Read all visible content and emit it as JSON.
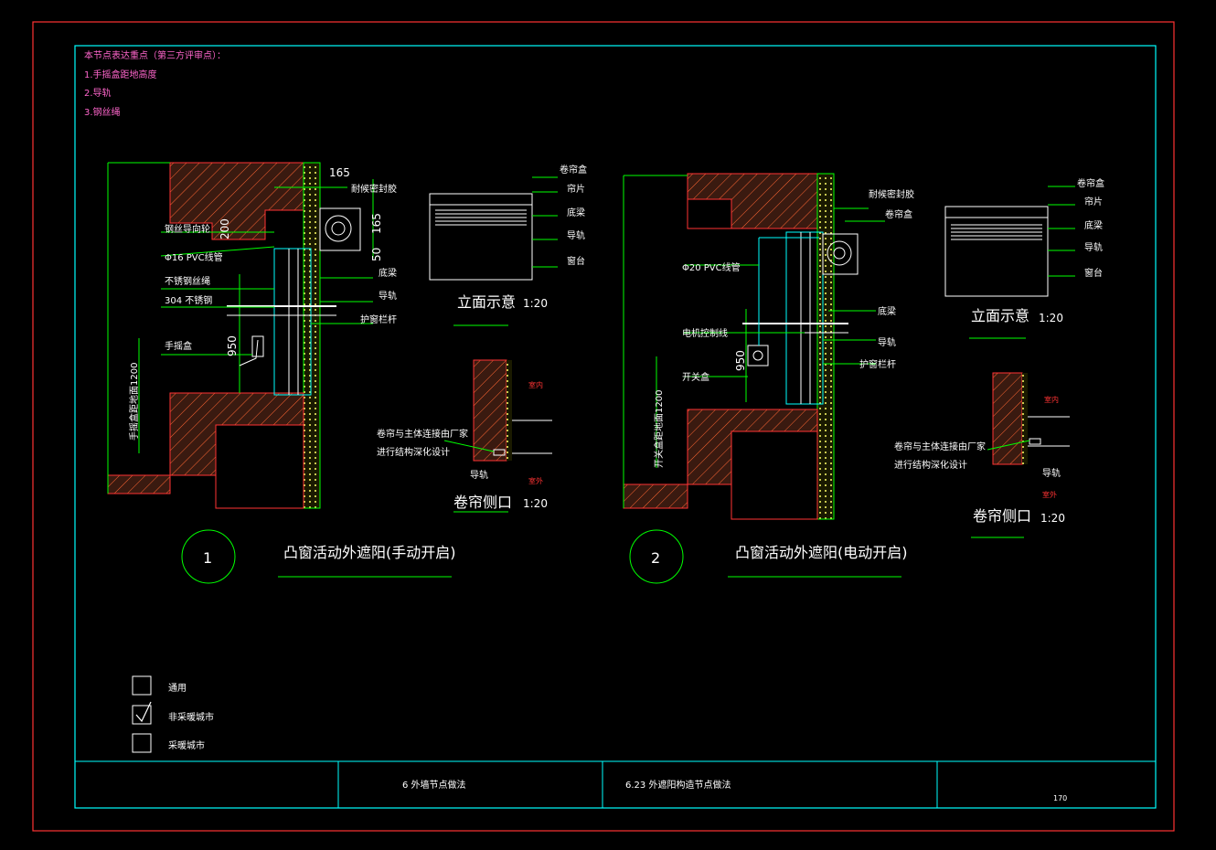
{
  "notes": {
    "heading": "本节点表达重点（第三方评审点）：",
    "items": [
      "1.手摇盒距地高度",
      "2.导轨",
      "3.钢丝绳"
    ]
  },
  "detail1": {
    "number": "1",
    "title": "凸窗活动外遮阳(手动开启)",
    "dims": {
      "d165a": "165",
      "d165b": "165",
      "d200": "200",
      "d50": "50",
      "d950": "950",
      "d1200": "手摇盒距地面1200"
    },
    "labels": {
      "seal": "耐候密封胶",
      "guide_wheel": "钢丝导向轮",
      "pvc": "Φ16 PVC线管",
      "rope": "不锈钢丝绳",
      "steel": "304 不锈钢",
      "crank": "手摇盒",
      "bottom_beam": "底梁",
      "rail": "导轨",
      "railing": "护窗栏杆"
    },
    "elevation": {
      "title": "立面示意",
      "scale": "1:20",
      "labels": [
        "卷帘盒",
        "帘片",
        "底梁",
        "导轨",
        "窗台"
      ]
    },
    "side": {
      "title": "卷帘侧口",
      "scale": "1:20",
      "note1": "卷帘与主体连接由厂家",
      "note2": "进行结构深化设计",
      "rail": "导轨",
      "indoor": "室内",
      "outdoor": "室外"
    }
  },
  "detail2": {
    "number": "2",
    "title": "凸窗活动外遮阳(电动开启)",
    "dims": {
      "d950": "950",
      "d1200": "开关盒距地面1200"
    },
    "labels": {
      "seal": "耐候密封胶",
      "box": "卷帘盒",
      "pvc": "Φ20 PVC线管",
      "bottom_beam": "底梁",
      "motor": "电机控制线",
      "rail": "导轨",
      "switch": "开关盒",
      "railing": "护窗栏杆"
    },
    "elevation": {
      "title": "立面示意",
      "scale": "1:20",
      "labels": [
        "卷帘盒",
        "帘片",
        "底梁",
        "导轨",
        "窗台"
      ]
    },
    "side": {
      "title": "卷帘侧口",
      "scale": "1:20",
      "note1": "卷帘与主体连接由厂家",
      "note2": "进行结构深化设计",
      "rail": "导轨",
      "indoor": "室内",
      "outdoor": "室外"
    }
  },
  "legend": [
    {
      "label": "通用",
      "checked": false
    },
    {
      "label": "非采暖城市",
      "checked": true
    },
    {
      "label": "采暖城市",
      "checked": false
    }
  ],
  "titleblock": {
    "chapter": "6  外墙节点做法",
    "section": "6.23  外遮阳构造节点做法",
    "page": "170"
  },
  "colors": {
    "frame_outer": "#ff3333",
    "frame_inner": "#00ffff",
    "hatch": "#ff3333",
    "lines": "#00ff00",
    "text": "#ffffff",
    "notes": "#ff66cc"
  }
}
